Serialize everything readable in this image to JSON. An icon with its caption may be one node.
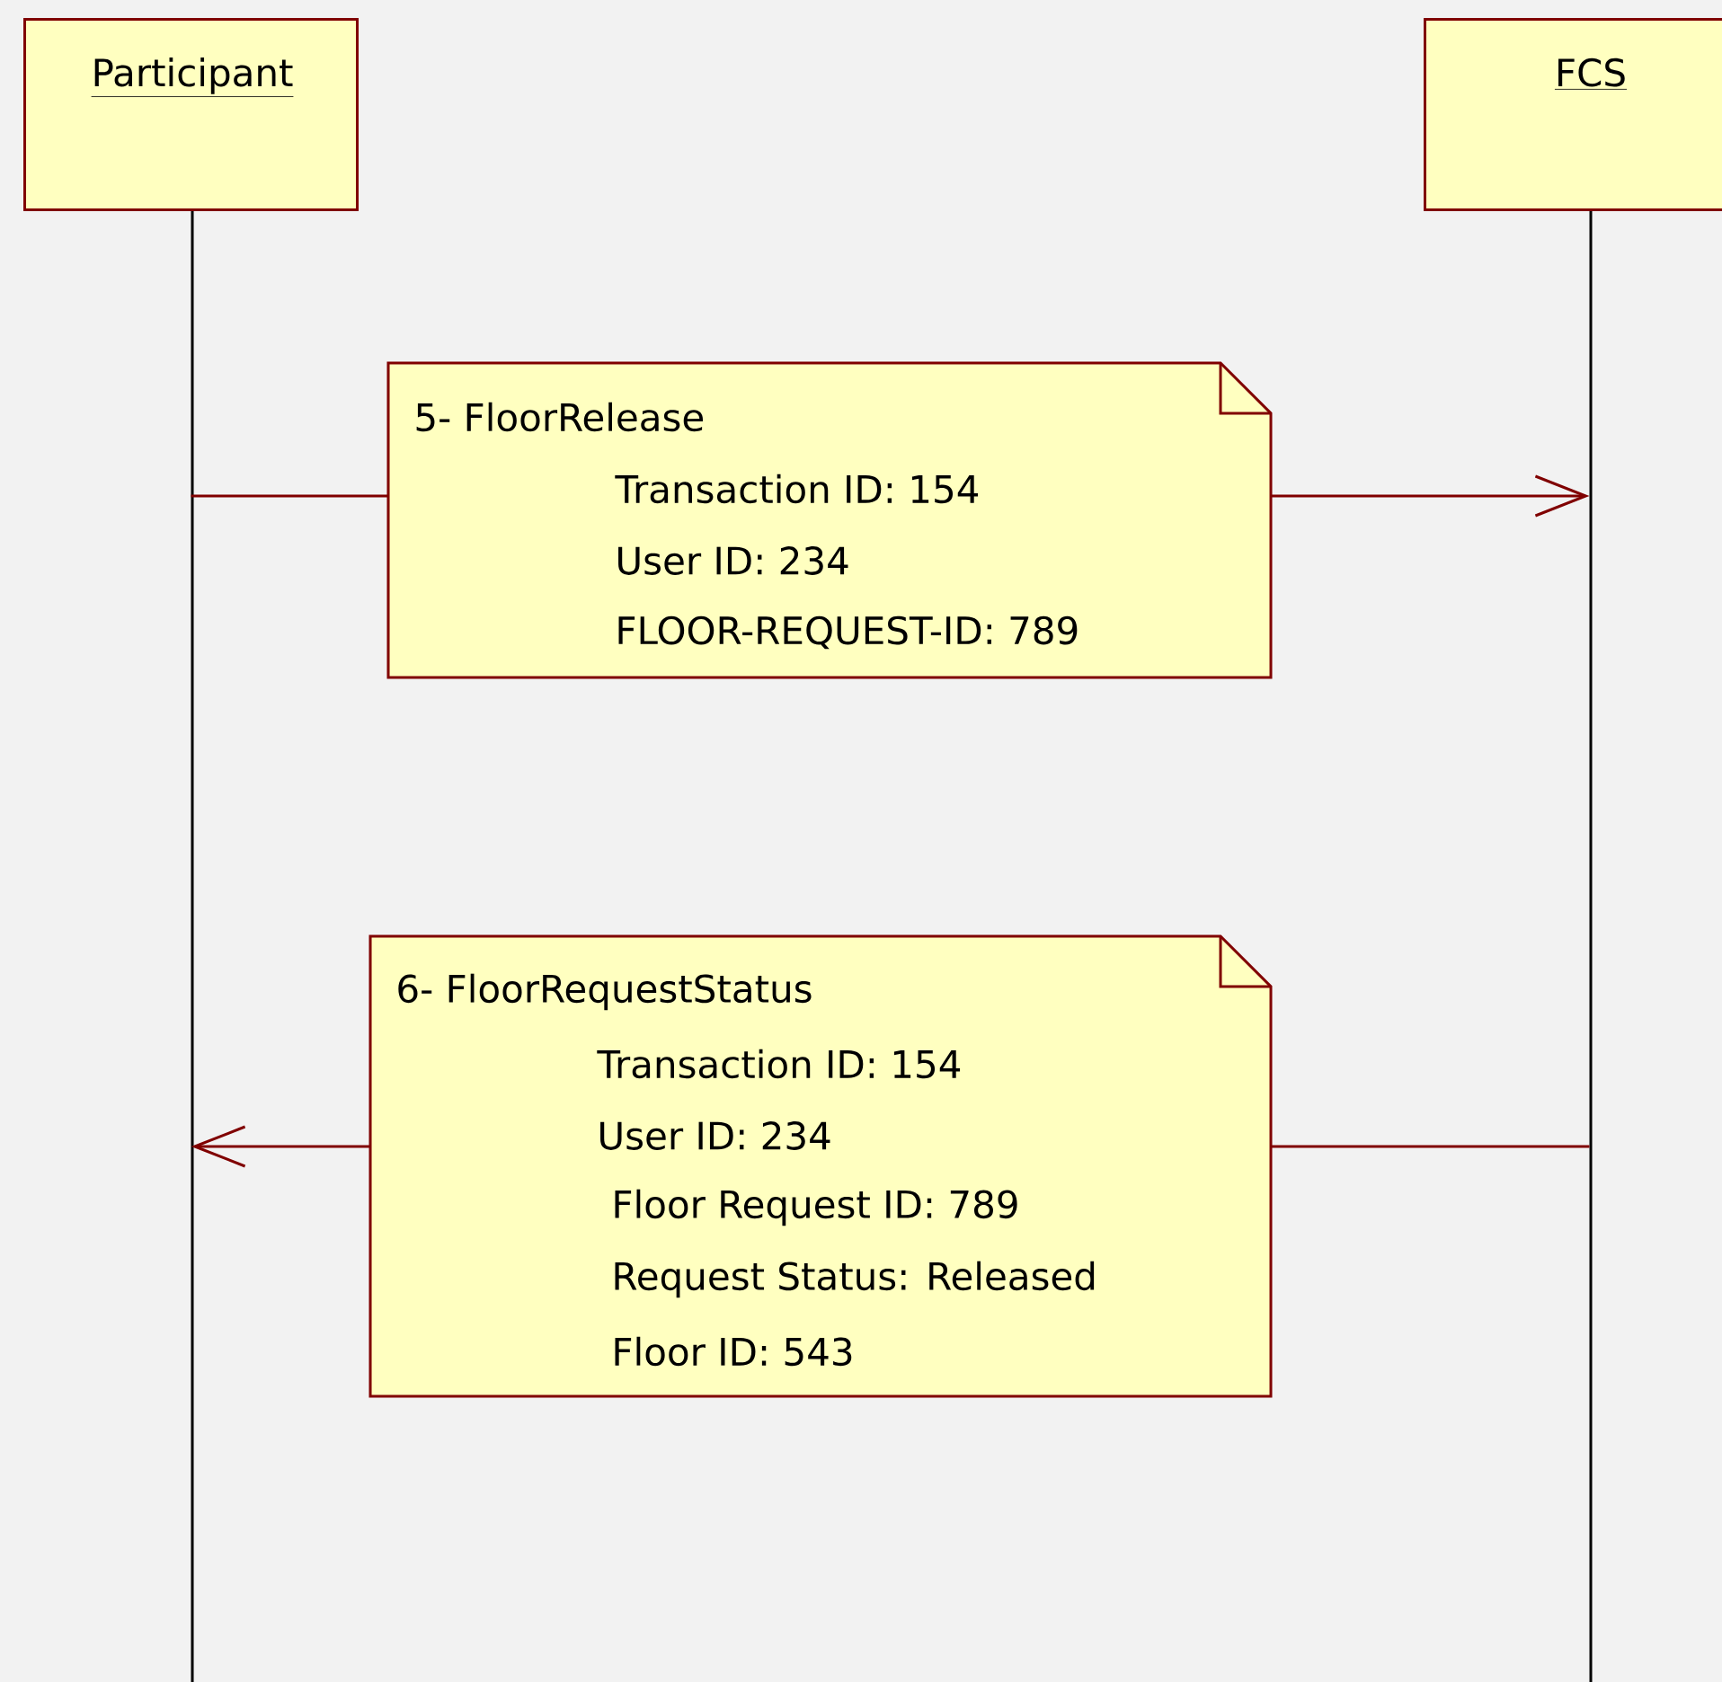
{
  "diagram": {
    "nodes": [
      {
        "text": [
          "Participant"
        ]
      },
      {
        "text": [
          "FCS"
        ]
      },
      {
        "text": [
          "5- FloorRelease",
          "Transaction ID: 154",
          "User ID: 234",
          "FLOOR-REQUEST-ID: 789"
        ]
      },
      {
        "text": [
          "6- FloorRequestStatus",
          "Transaction ID: 154",
          "User ID: 234",
          "Floor Request ID: 789",
          "Request Status: Released",
          "Floor ID: 543"
        ]
      }
    ],
    "edges": [
      {
        "from": 0,
        "to": 2,
        "arrow": "none"
      },
      {
        "from": 2,
        "to": 1,
        "arrow": "to"
      },
      {
        "from": 1,
        "to": 3,
        "arrow": "none"
      },
      {
        "from": 3,
        "to": 0,
        "arrow": "to"
      }
    ]
  }
}
